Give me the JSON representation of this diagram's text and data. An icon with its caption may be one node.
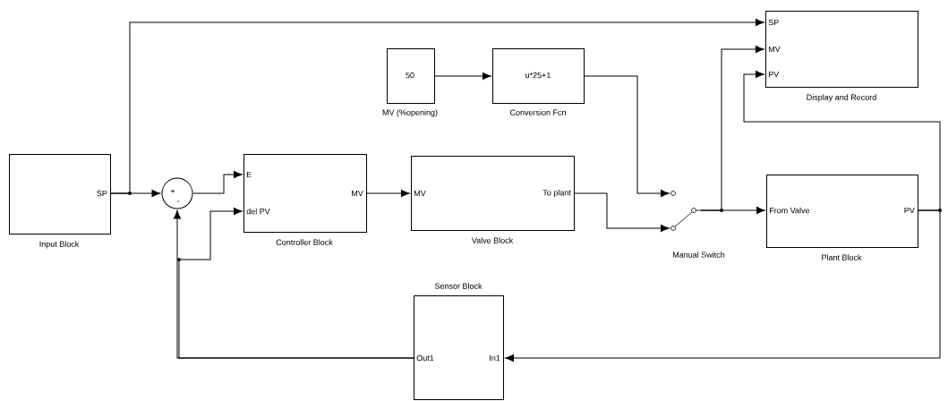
{
  "diagram": {
    "nodes": [
      {
        "text": [
          "SP",
          "Input Block"
        ]
      },
      {
        "text": [
          "+",
          "-"
        ]
      },
      {
        "text": [
          "E",
          "del PV",
          "MV",
          "Controller Block"
        ]
      },
      {
        "text": [
          "MV",
          "To plant",
          "Valve Block"
        ]
      },
      {
        "text": [
          "50",
          "MV (%opening)"
        ]
      },
      {
        "text": [
          "u*25+1",
          "Conversion Fcn"
        ]
      },
      {
        "text": [
          "Manual Switch"
        ]
      },
      {
        "text": [
          "SP",
          "MV",
          "PV",
          "Display and Record"
        ]
      },
      {
        "text": [
          "From Valve",
          "PV",
          "Plant Block"
        ]
      },
      {
        "text": [
          "Sensor Block",
          "Out1",
          "In1"
        ]
      }
    ],
    "edges": [
      {
        "from": 0,
        "to": 1,
        "arrow": "to"
      },
      {
        "from": 0,
        "to": 7,
        "arrow": "to"
      },
      {
        "from": 1,
        "to": 2,
        "arrow": "to"
      },
      {
        "from": 9,
        "to": 1,
        "arrow": "to"
      },
      {
        "from": 9,
        "to": 2,
        "arrow": "to"
      },
      {
        "from": 2,
        "to": 3,
        "arrow": "to"
      },
      {
        "from": 4,
        "to": 5,
        "arrow": "to"
      },
      {
        "from": 5,
        "to": 6,
        "arrow": "to"
      },
      {
        "from": 3,
        "to": 6,
        "arrow": "to"
      },
      {
        "from": 6,
        "to": 8,
        "arrow": "to"
      },
      {
        "from": 6,
        "to": 7,
        "arrow": "to"
      },
      {
        "from": 8,
        "to": 9,
        "arrow": "to"
      },
      {
        "from": 8,
        "to": 7,
        "arrow": "to"
      }
    ]
  }
}
